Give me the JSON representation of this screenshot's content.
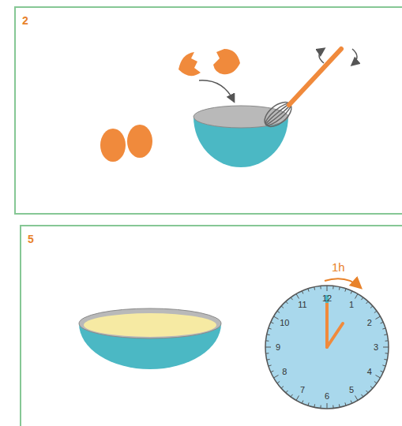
{
  "diagram": {
    "nodes": [
      {
        "text": [
          "2"
        ]
      },
      {
        "text": [
          "5"
        ]
      },
      {
        "text": [
          "12",
          "1",
          "2",
          "3",
          "4",
          "5",
          "6",
          "7",
          "8",
          "9",
          "10",
          "11"
        ],
        "in": 1
      }
    ],
    "labels": [
      "1h"
    ]
  }
}
